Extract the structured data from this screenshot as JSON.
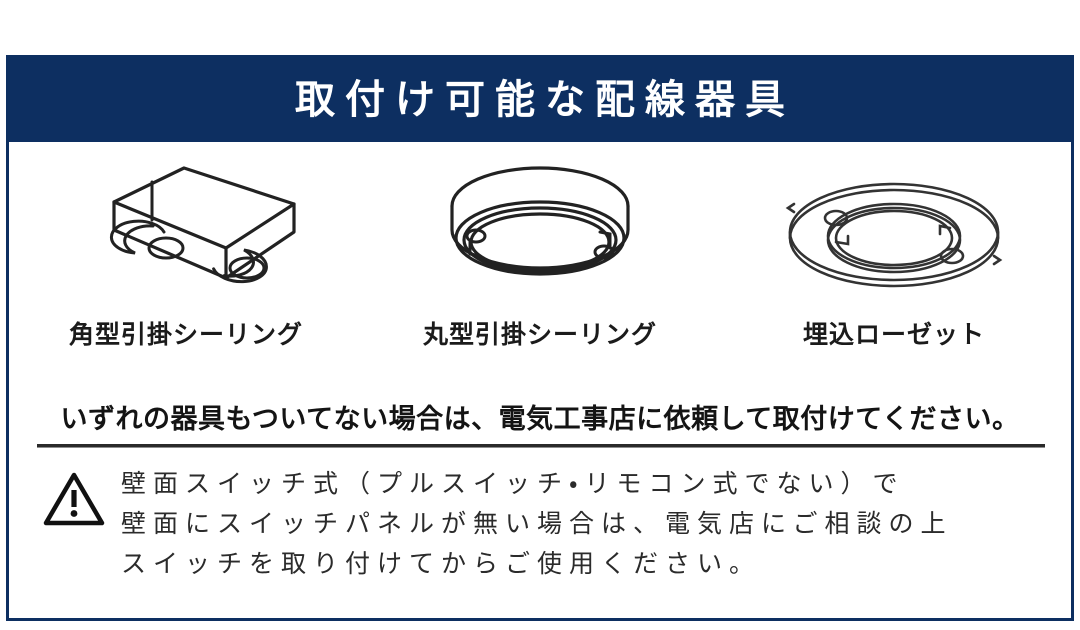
{
  "header": {
    "title": "取付け可能な配線器具",
    "background_color": "#0d2f61",
    "text_color": "#ffffff"
  },
  "fixtures": [
    {
      "icon": "square-hook-ceiling-icon",
      "label": "角型引掛シーリング"
    },
    {
      "icon": "round-hook-ceiling-icon",
      "label": "丸型引掛シーリング"
    },
    {
      "icon": "flush-mount-rosette-icon",
      "label": "埋込ローゼット"
    }
  ],
  "lead": {
    "text": "いずれの器具もついてない場合は、電気工事店に依頼して取付けてください。"
  },
  "caution": {
    "icon": "warning-triangle-icon",
    "lines": [
      "壁面スイッチ式（プルスイッチ・リモコン式でない）で",
      "壁面にスイッチパネルが無い場合は、電気店にご相談の上",
      "スイッチを取り付けてからご使用ください。"
    ]
  },
  "colors": {
    "navy": "#0d2f61",
    "ink": "#1b1b1b",
    "line": "#2a2a2a",
    "page": "#ffffff"
  }
}
